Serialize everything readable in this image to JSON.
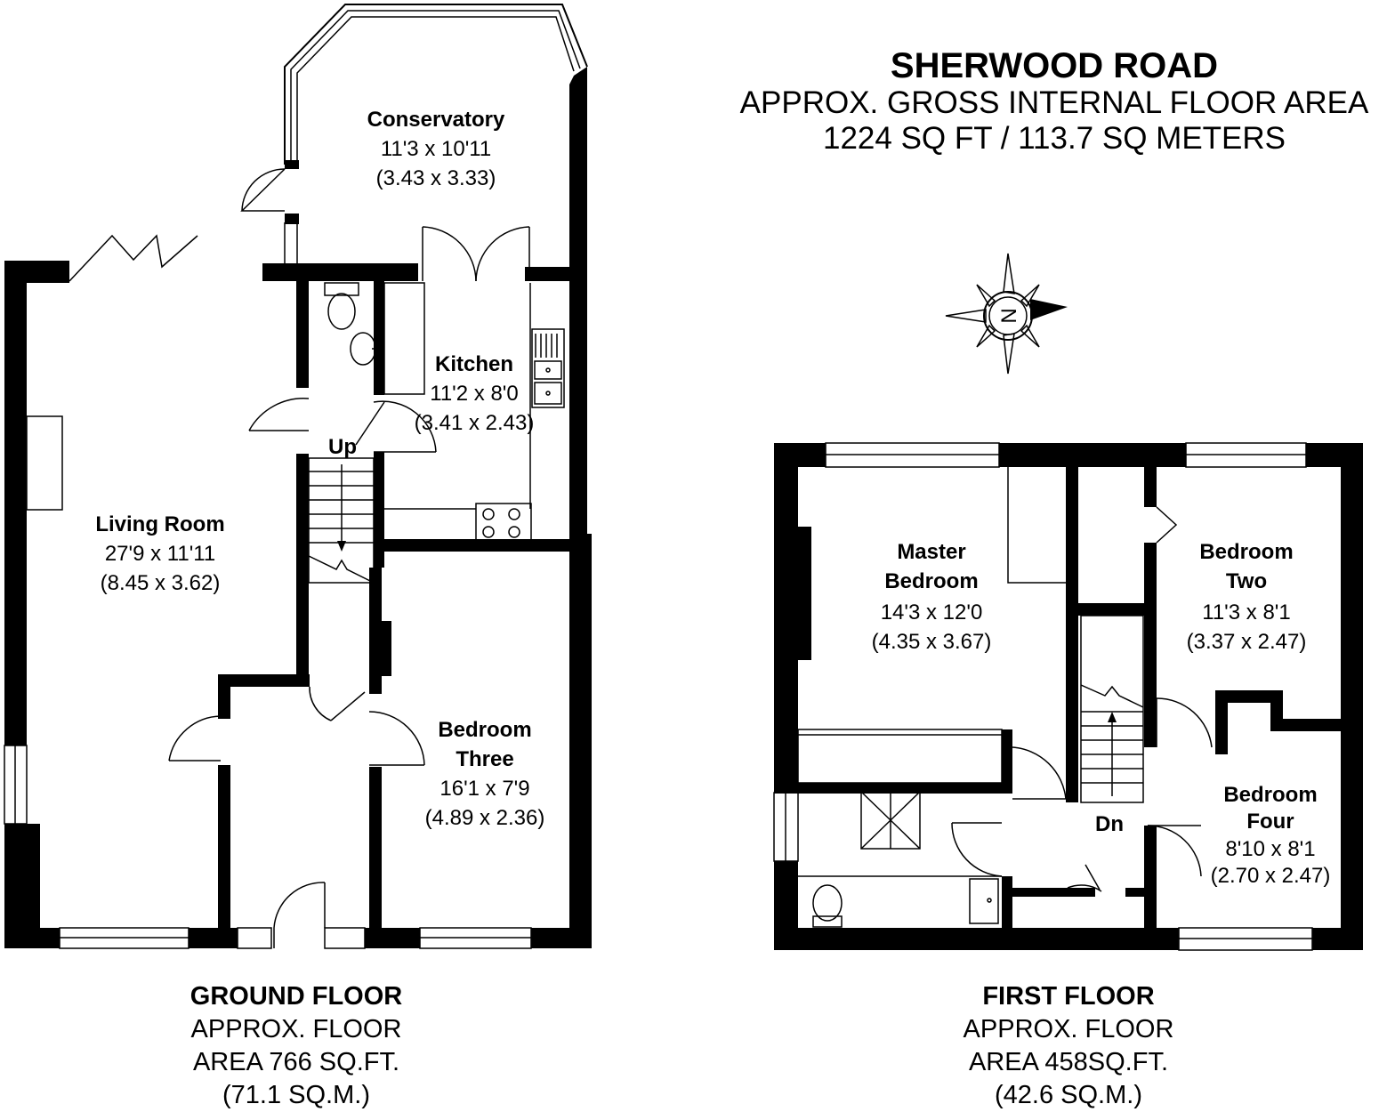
{
  "header": {
    "title": "SHERWOOD ROAD",
    "line2": "APPROX. GROSS INTERNAL FLOOR AREA",
    "line3": "1224 SQ FT / 113.7 SQ METERS"
  },
  "compass": {
    "letter": "N",
    "icon": "compass-icon"
  },
  "ground_floor": {
    "label": "GROUND FLOOR",
    "line2": "APPROX. FLOOR",
    "line3": "AREA 766 SQ.FT.",
    "line4": "(71.1 SQ.M.)",
    "stair_label": "Up",
    "rooms": {
      "conservatory": {
        "name": "Conservatory",
        "dim_imperial": "11'3 x 10'11",
        "dim_metric": "(3.43 x 3.33)"
      },
      "kitchen": {
        "name": "Kitchen",
        "dim_imperial": "11'2 x 8'0",
        "dim_metric": "(3.41 x 2.43)"
      },
      "living_room": {
        "name": "Living Room",
        "dim_imperial": "27'9 x 11'11",
        "dim_metric": "(8.45 x 3.62)"
      },
      "bedroom_three": {
        "name_line1": "Bedroom",
        "name_line2": "Three",
        "dim_imperial": "16'1 x 7'9",
        "dim_metric": "(4.89 x 2.36)"
      }
    }
  },
  "first_floor": {
    "label": "FIRST FLOOR",
    "line2": "APPROX. FLOOR",
    "line3": "AREA 458SQ.FT.",
    "line4": "(42.6 SQ.M.)",
    "stair_label": "Dn",
    "rooms": {
      "master_bedroom": {
        "name_line1": "Master",
        "name_line2": "Bedroom",
        "dim_imperial": "14'3 x 12'0",
        "dim_metric": "(4.35 x 3.67)"
      },
      "bedroom_two": {
        "name_line1": "Bedroom",
        "name_line2": "Two",
        "dim_imperial": "11'3 x 8'1",
        "dim_metric": "(3.37 x 2.47)"
      },
      "bedroom_four": {
        "name_line1": "Bedroom",
        "name_line2": "Four",
        "dim_imperial": "8'10 x 8'1",
        "dim_metric": "(2.70 x 2.47)"
      }
    }
  }
}
